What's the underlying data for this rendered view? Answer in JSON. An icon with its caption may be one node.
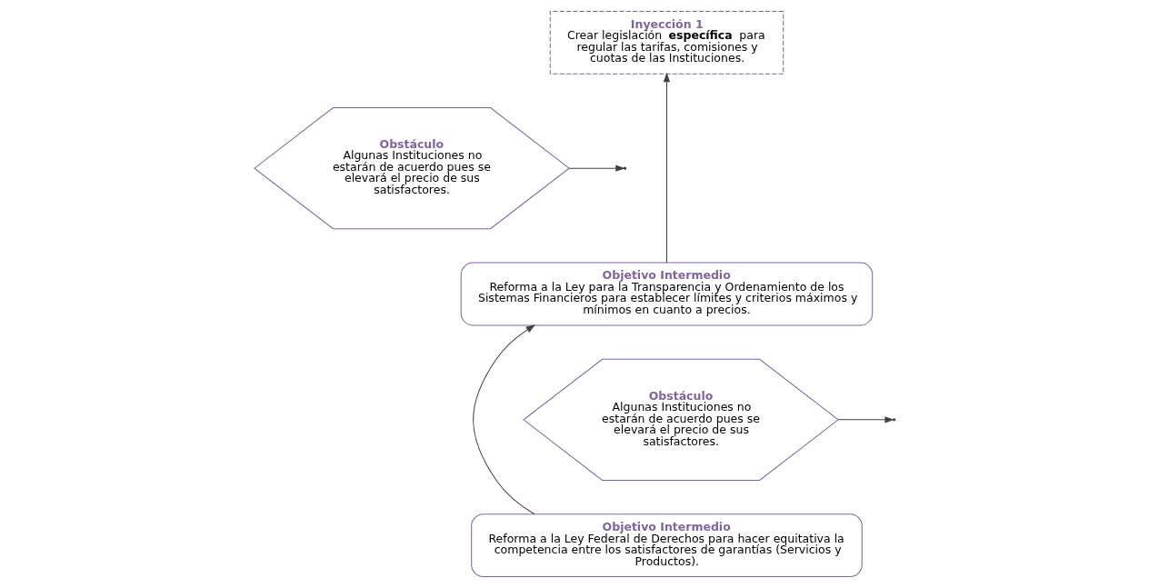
{
  "diagram": {
    "nodes": [
      {
        "text": [
          "Inyección 1",
          "Crear legislación **específica** para regular las tarifas, comisiones y cuotas de las Instituciones."
        ]
      },
      {
        "text": [
          "Obstáculo",
          "Algunas Instituciones no estarán de acuerdo pues se elevará el precio de sus satisfactores."
        ]
      },
      {
        "text": [
          "Objetivo Intermedio",
          "Reforma a la Ley para la Transparencia y Ordenamiento de los Sistemas Financieros para establecer límites y criterios máximos y mínimos en cuanto a precios."
        ]
      },
      {
        "text": [
          "Obstáculo",
          "Algunas Instituciones no estarán de acuerdo pues se elevará el precio de sus satisfactores."
        ]
      },
      {
        "text": [
          "Objetivo Intermedio",
          "Reforma a la Ley Federal de Derechos para hacer equitativa la competencia entre los satisfactores de garantías (Servicios y Productos)."
        ]
      }
    ],
    "edges": [
      {
        "from": 2,
        "to": 0,
        "arrow": "to"
      },
      {
        "from": 1,
        "to": null,
        "arrow": "to"
      },
      {
        "from": 4,
        "to": 2,
        "arrow": "to"
      },
      {
        "from": 3,
        "to": null,
        "arrow": "to"
      }
    ]
  }
}
